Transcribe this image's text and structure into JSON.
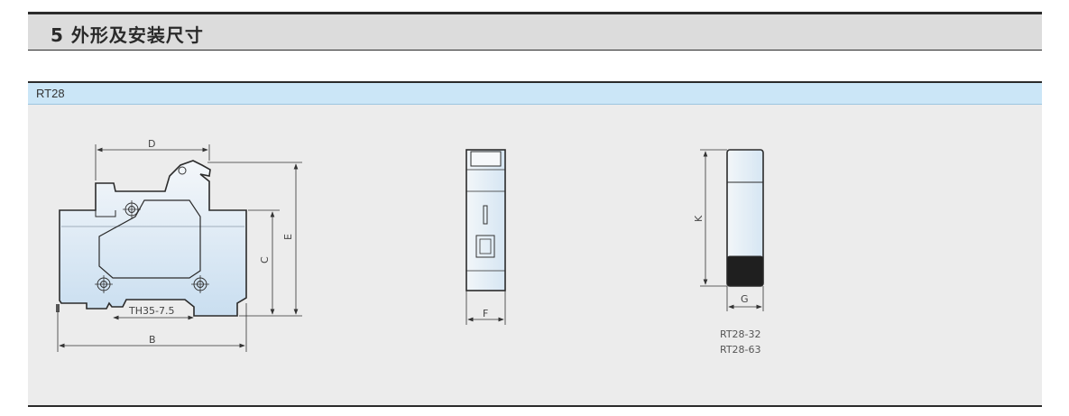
{
  "section": {
    "title": "5 外形及安装尺寸"
  },
  "model": {
    "label": "RT28"
  },
  "dimensions": {
    "d": "D",
    "e": "E",
    "c": "C",
    "b": "B",
    "th": "TH35-7.5",
    "f": "F",
    "k": "K",
    "g": "G"
  },
  "fuse": {
    "captions": [
      "RT28-32",
      "RT28-63"
    ]
  },
  "colors": {
    "outline": "#2b2b2b",
    "body_fill": "#eef3f8",
    "body_fill_dark": "#cfe3f3",
    "header_bg": "#dcdcdc",
    "model_bar": "#cbe6f7"
  }
}
